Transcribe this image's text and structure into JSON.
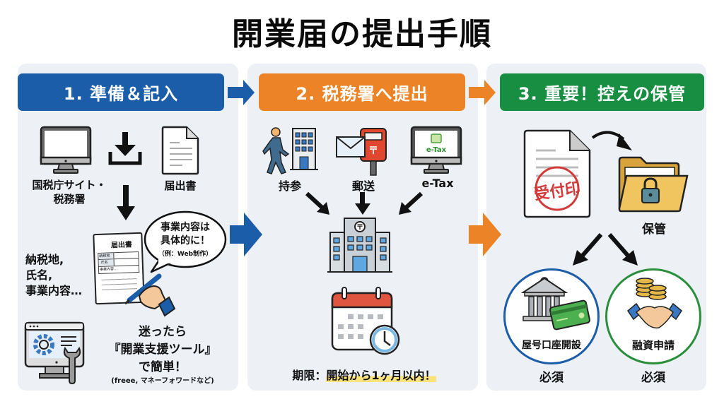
{
  "title": "開業届の提出手順",
  "steps": [
    {
      "header": "1. 準備＆記入",
      "color": "#1b5da8",
      "source_label": "国税庁サイト・\n税務署",
      "form_label": "届出書",
      "form_sheet": {
        "title": "届出書",
        "fields": [
          "納税地",
          "氏名",
          "事業内容…"
        ]
      },
      "fields_text": "納税地,\n氏名,\n事業内容…",
      "bubble": {
        "line1": "事業内容は",
        "line2": "具体的に！",
        "line3": "（例：Web制作）"
      },
      "tool_tip": {
        "line1": "迷ったら",
        "line2": "『開業支援ツール』",
        "line3": "で簡単！",
        "note": "(freee, マネーフォワードなど)"
      }
    },
    {
      "header": "2. 税務署へ提出",
      "color": "#ec8327",
      "methods": [
        {
          "label": "持参",
          "icon": "walking-person-icon"
        },
        {
          "label": "郵送",
          "icon": "mailbox-icon"
        },
        {
          "label": "e-Tax",
          "icon": "etax-monitor-icon"
        }
      ],
      "etax_screen_label": "e-Tax",
      "deadline": {
        "prefix": "期限：",
        "highlight": "開始から1ヶ月以内！"
      }
    },
    {
      "header": "3. 重要！控えの保管",
      "color": "#178e42",
      "stamp_label": "受付印",
      "storage_label": "保管",
      "uses": [
        {
          "label": "屋号口座開設",
          "note": "必須",
          "ring_color": "#1b5da8"
        },
        {
          "label": "融資申請",
          "note": "必須",
          "ring_color": "#2a8f3d"
        }
      ]
    }
  ]
}
